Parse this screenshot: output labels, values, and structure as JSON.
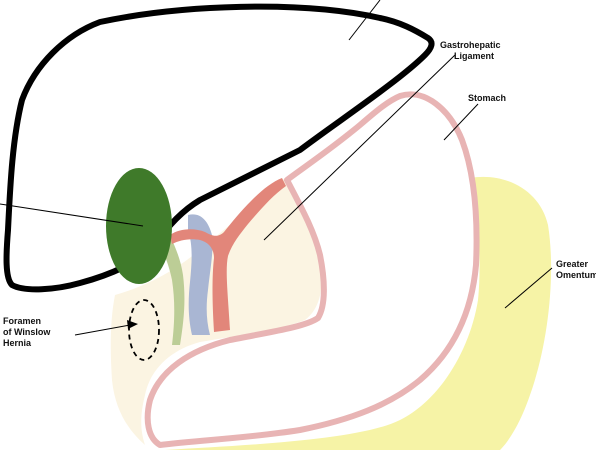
{
  "labels": {
    "gastrohepatic_line1": "Gastrohepatic",
    "gastrohepatic_line2": "Ligament",
    "stomach": "Stomach",
    "greater_omentum_line1": "Greater",
    "greater_omentum_line2": "Omentum",
    "foramen_line1": "Foramen",
    "foramen_line2": "of Winslow",
    "foramen_line3": "Hernia"
  },
  "colors": {
    "liver_outline": "#000000",
    "gallbladder": "#3f7a2a",
    "stomach_outline": "#e8b4b4",
    "omentum": "#f6f3a6",
    "ligament_fill": "#fbf4e2",
    "artery": "#e2867a",
    "portal_vein": "#a9b6d3",
    "bile_duct": "#bccd96",
    "leader_line": "#000000"
  }
}
